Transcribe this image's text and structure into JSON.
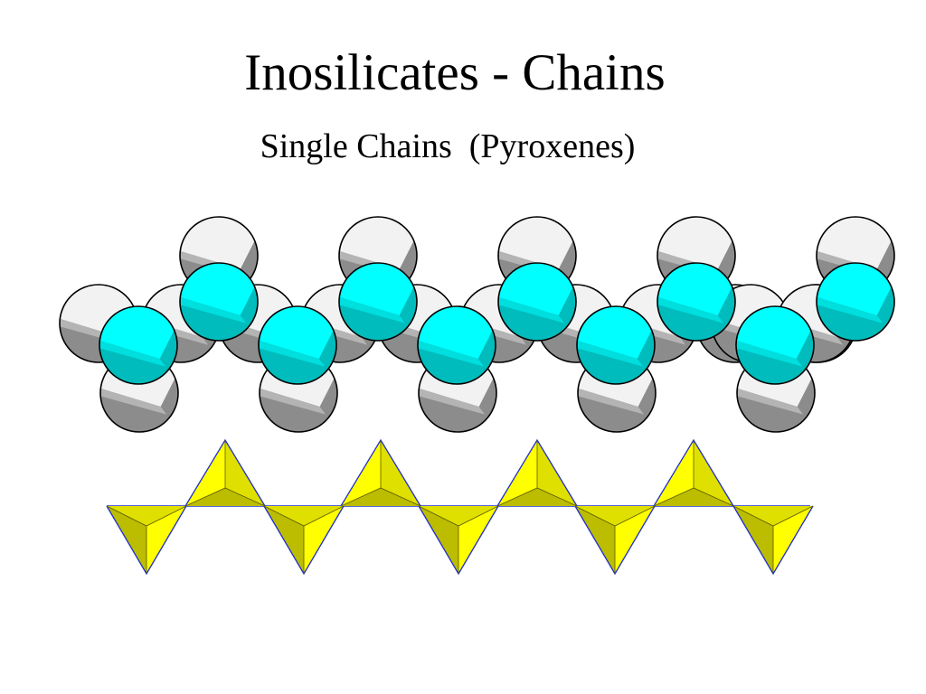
{
  "slide": {
    "title": "Inosilicates - Chains",
    "subtitle": "Single Chains  (Pyroxenes)"
  },
  "colors": {
    "oxygen_light": "#f2f2f2",
    "oxygen_dark": "#8c8c8c",
    "silicon_light": "#00ffff",
    "silicon_dark": "#00bcbc",
    "tetra_bright": "#ffff00",
    "tetra_mid": "#e0e000",
    "tetra_dark": "#bcbc00",
    "bond_line": "#2030c8",
    "outline": "#000000"
  },
  "diagram": {
    "ball_model": {
      "label": "space-filling ball model",
      "repeat_units": 5,
      "atoms": [
        "oxygen",
        "silicon"
      ]
    },
    "polyhedral_model": {
      "label": "polyhedral model",
      "up_tetrahedra": 4,
      "down_tetrahedra": 5
    }
  }
}
